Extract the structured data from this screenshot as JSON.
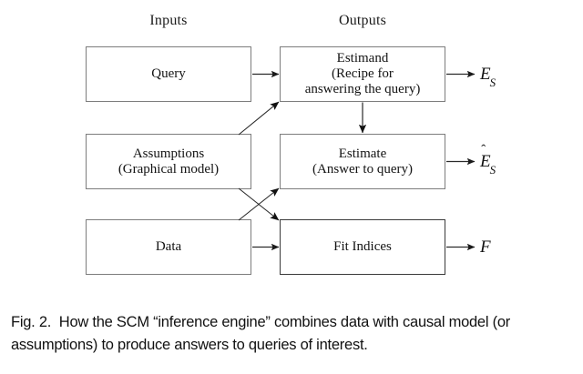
{
  "figure": {
    "headers": {
      "inputs": "Inputs",
      "outputs": "Outputs"
    },
    "nodes": [
      {
        "id": "query",
        "label": "Query"
      },
      {
        "id": "estimand",
        "label": "Estimand\n(Recipe for\nanswering the query)"
      },
      {
        "id": "assumptions",
        "label": "Assumptions\n(Graphical model)"
      },
      {
        "id": "estimate",
        "label": "Estimate\n(Answer to query)"
      },
      {
        "id": "data",
        "label": "Data"
      },
      {
        "id": "fit_indices",
        "label": "Fit Indices"
      }
    ],
    "outputs": [
      {
        "id": "estimand_out",
        "symbol": "E",
        "subscript": "S",
        "hat": false
      },
      {
        "id": "estimate_out",
        "symbol": "E",
        "subscript": "S",
        "hat": true
      },
      {
        "id": "fit_out",
        "symbol": "F",
        "subscript": "",
        "hat": false
      }
    ],
    "edges": [
      {
        "from": "query",
        "to": "estimand",
        "kind": "horizontal"
      },
      {
        "from": "assumptions",
        "to": "estimand",
        "kind": "diagonal-up"
      },
      {
        "from": "estimand",
        "to": "estimate",
        "kind": "vertical-down"
      },
      {
        "from": "assumptions",
        "to": "fit_indices",
        "kind": "diagonal-down"
      },
      {
        "from": "data",
        "to": "estimate",
        "kind": "diagonal-up"
      },
      {
        "from": "data",
        "to": "fit_indices",
        "kind": "horizontal"
      },
      {
        "from": "estimand",
        "to": "estimand_out",
        "kind": "horizontal"
      },
      {
        "from": "estimate",
        "to": "estimate_out",
        "kind": "horizontal"
      },
      {
        "from": "fit_indices",
        "to": "fit_out",
        "kind": "horizontal"
      }
    ],
    "caption": {
      "number": "Fig. 2.",
      "text": "How the SCM “inference engine” combines data with causal model (or assumptions) to produce answers to queries of interest."
    },
    "colors": {
      "background": "#ffffff",
      "box_border": "#7d7d7d",
      "box_border_dark": "#3a3a3a",
      "text": "#111111",
      "arrow": "#1a1a1a"
    }
  }
}
